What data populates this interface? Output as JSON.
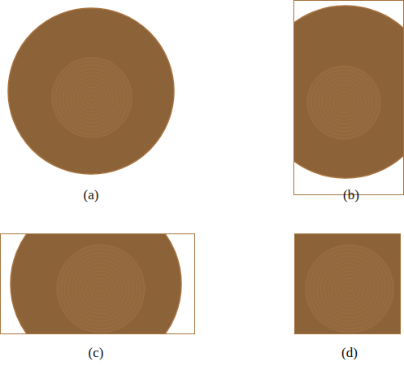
{
  "diagram": {
    "labels": [
      "(a)",
      "(b)",
      "(c)",
      "(d)"
    ]
  }
}
